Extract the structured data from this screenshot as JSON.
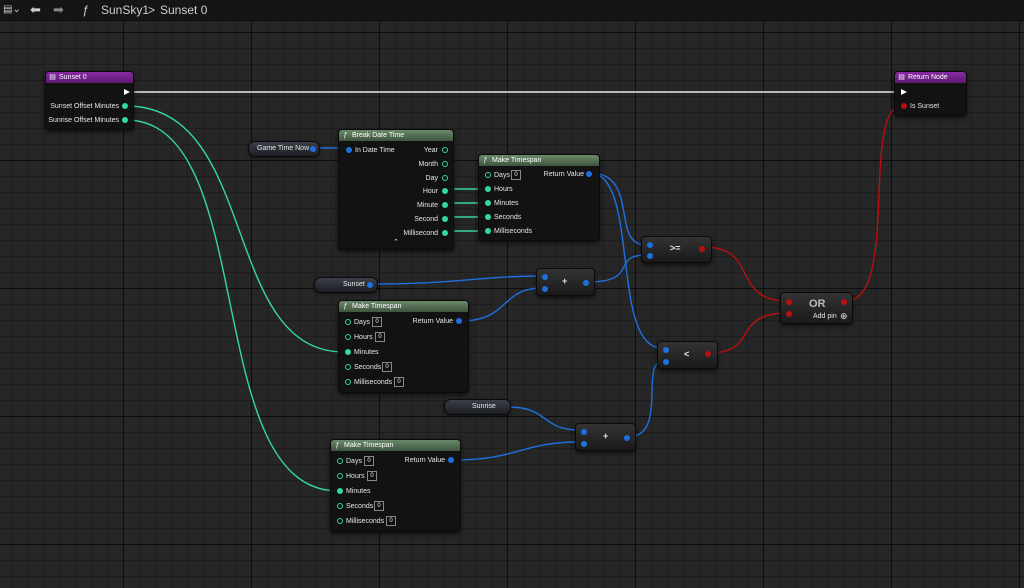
{
  "toolbar": {
    "function_symbol": "ƒ",
    "blueprint_name": "SunSky1",
    "separator": ">",
    "function_name": "Sunset 0"
  },
  "nodes": {
    "entry": {
      "title": "Sunset 0",
      "pin1": "Sunset Offset Minutes",
      "pin2": "Sunrise Offset Minutes"
    },
    "return": {
      "title": "Return Node",
      "pin1": "Is Sunset"
    },
    "break_date": {
      "title": "Break Date Time",
      "input": "In Date Time",
      "outputs": [
        "Year",
        "Month",
        "Day",
        "Hour",
        "Minute",
        "Second",
        "Millisecond"
      ],
      "expand": "⌃"
    },
    "make_ts1": {
      "title": "Make Timespan",
      "days": "Days",
      "days_val": "0",
      "hours": "Hours",
      "minutes": "Minutes",
      "seconds": "Seconds",
      "milliseconds": "Milliseconds",
      "return": "Return Value"
    },
    "make_ts2": {
      "title": "Make Timespan",
      "days": "Days",
      "days_val": "0",
      "hours": "Hours",
      "hours_val": "0",
      "minutes": "Minutes",
      "seconds": "Seconds",
      "seconds_val": "0",
      "milliseconds": "Milliseconds",
      "milliseconds_val": "0",
      "return": "Return Value"
    },
    "make_ts3": {
      "title": "Make Timespan",
      "days": "Days",
      "days_val": "0",
      "hours": "Hours",
      "hours_val": "0",
      "minutes": "Minutes",
      "seconds": "Seconds",
      "seconds_val": "0",
      "milliseconds": "Milliseconds",
      "milliseconds_val": "0",
      "return": "Return Value"
    },
    "game_time": {
      "label": "Game Time Now"
    },
    "sunset_var": {
      "label": "Sunset"
    },
    "sunrise_var": {
      "label": "Sunrise"
    },
    "add1": {
      "symbol": "+"
    },
    "add2": {
      "symbol": "+"
    },
    "gte": {
      "symbol": ">="
    },
    "lt": {
      "symbol": "<"
    },
    "or_node": {
      "title": "OR",
      "add_pin": "Add pin",
      "add_icon": "⊕"
    }
  },
  "colors": {
    "exec": "#ffffff",
    "int": "#35d6a6",
    "struct": "#1e6fe0",
    "bool": "#b81010",
    "function_header": "#8a2aa6",
    "pure_header": "#4f6b4f"
  }
}
